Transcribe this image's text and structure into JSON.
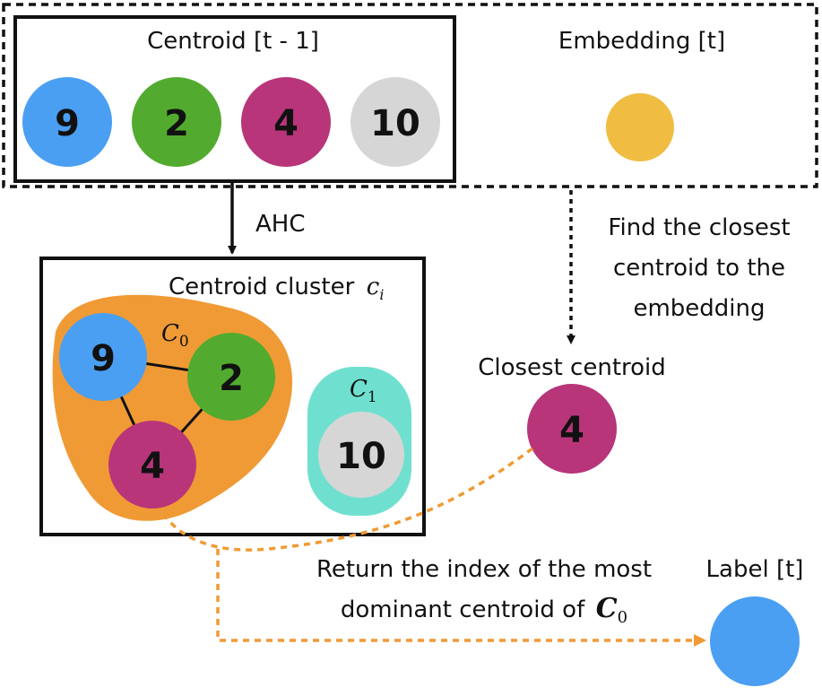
{
  "diagram": {
    "previous_centroids": {
      "title": "Centroid [t - 1]",
      "nodes": [
        {
          "label": "9",
          "color": "#4a9ff2"
        },
        {
          "label": "2",
          "color": "#52ab2f"
        },
        {
          "label": "4",
          "color": "#b8357a"
        },
        {
          "label": "10",
          "color": "#d6d6d6"
        }
      ]
    },
    "embedding": {
      "title": "Embedding [t]",
      "color": "#f0bd42"
    },
    "ahc_label": "AHC",
    "find_closest_label": [
      "Find the closest",
      "centroid to the",
      "embedding"
    ],
    "centroid_cluster": {
      "title": "Centroid cluster",
      "title_symbol": "c",
      "title_symbol_sub": "i",
      "clusters": [
        {
          "name": "C",
          "sub": "0",
          "color": "#f09a35",
          "nodes": [
            "9",
            "2",
            "4"
          ]
        },
        {
          "name": "C",
          "sub": "1",
          "color": "#6fe0cf",
          "nodes": [
            "10"
          ]
        }
      ]
    },
    "closest_centroid": {
      "title": "Closest centroid",
      "label": "4",
      "color": "#b8357a"
    },
    "return_label": {
      "line1": "Return the index of the most",
      "line2": "dominant centroid of",
      "symbol": "C",
      "symbol_sub": "0"
    },
    "output": {
      "title": "Label [t]",
      "color": "#4a9ff2"
    },
    "arrow_color": "#f09a35"
  }
}
